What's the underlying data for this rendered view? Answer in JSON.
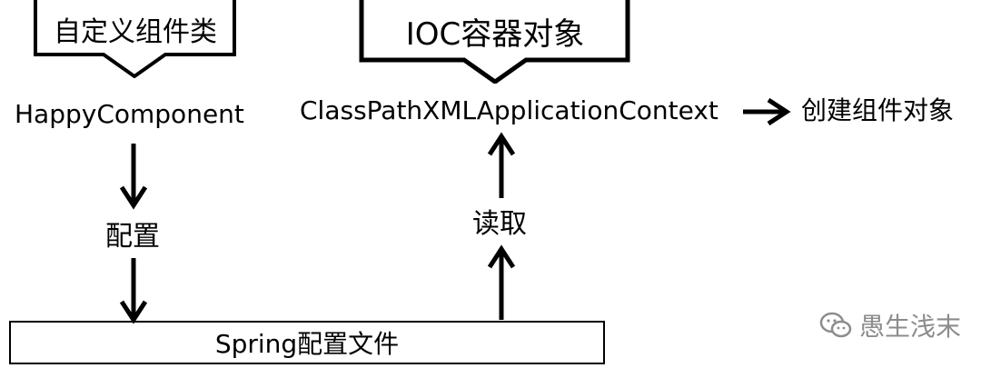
{
  "callouts": {
    "custom_class": "自定义组件类",
    "ioc_container": "IOC容器对象"
  },
  "nodes": {
    "happy_component": "HappyComponent",
    "context_class": "ClassPathXMLApplicationContext",
    "create_object": "创建组件对象",
    "configure": "配置",
    "read": "读取",
    "spring_config": "Spring配置文件"
  },
  "watermark": {
    "text": "愚生浅末",
    "icon": "wechat-icon"
  },
  "colors": {
    "stroke": "#000000",
    "watermark": "#8c8c8c"
  }
}
